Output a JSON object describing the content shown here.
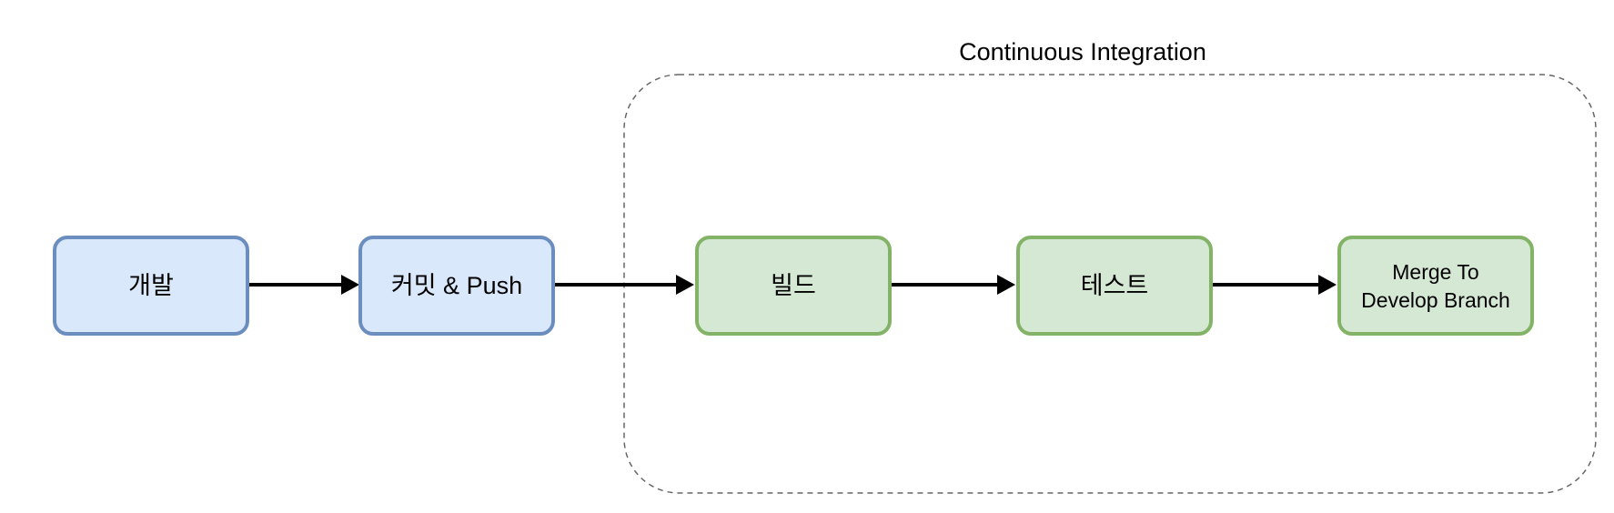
{
  "group": {
    "title": "Continuous Integration"
  },
  "nodes": {
    "develop": {
      "label": "개발",
      "color": "blue"
    },
    "commit_push": {
      "label": "커밋 & Push",
      "color": "blue"
    },
    "build": {
      "label": "빌드",
      "color": "green"
    },
    "test": {
      "label": "테스트",
      "color": "green"
    },
    "merge": {
      "label_line1": "Merge To",
      "label_line2": "Develop Branch",
      "color": "green"
    }
  },
  "colors": {
    "blue_fill": "#dae8fc",
    "blue_stroke": "#6c8ebf",
    "green_fill": "#d5e8d4",
    "green_stroke": "#82b366",
    "arrow": "#000000",
    "group_border": "#666666"
  },
  "edges": [
    {
      "from": "develop",
      "to": "commit_push"
    },
    {
      "from": "commit_push",
      "to": "build"
    },
    {
      "from": "build",
      "to": "test"
    },
    {
      "from": "test",
      "to": "merge"
    }
  ]
}
